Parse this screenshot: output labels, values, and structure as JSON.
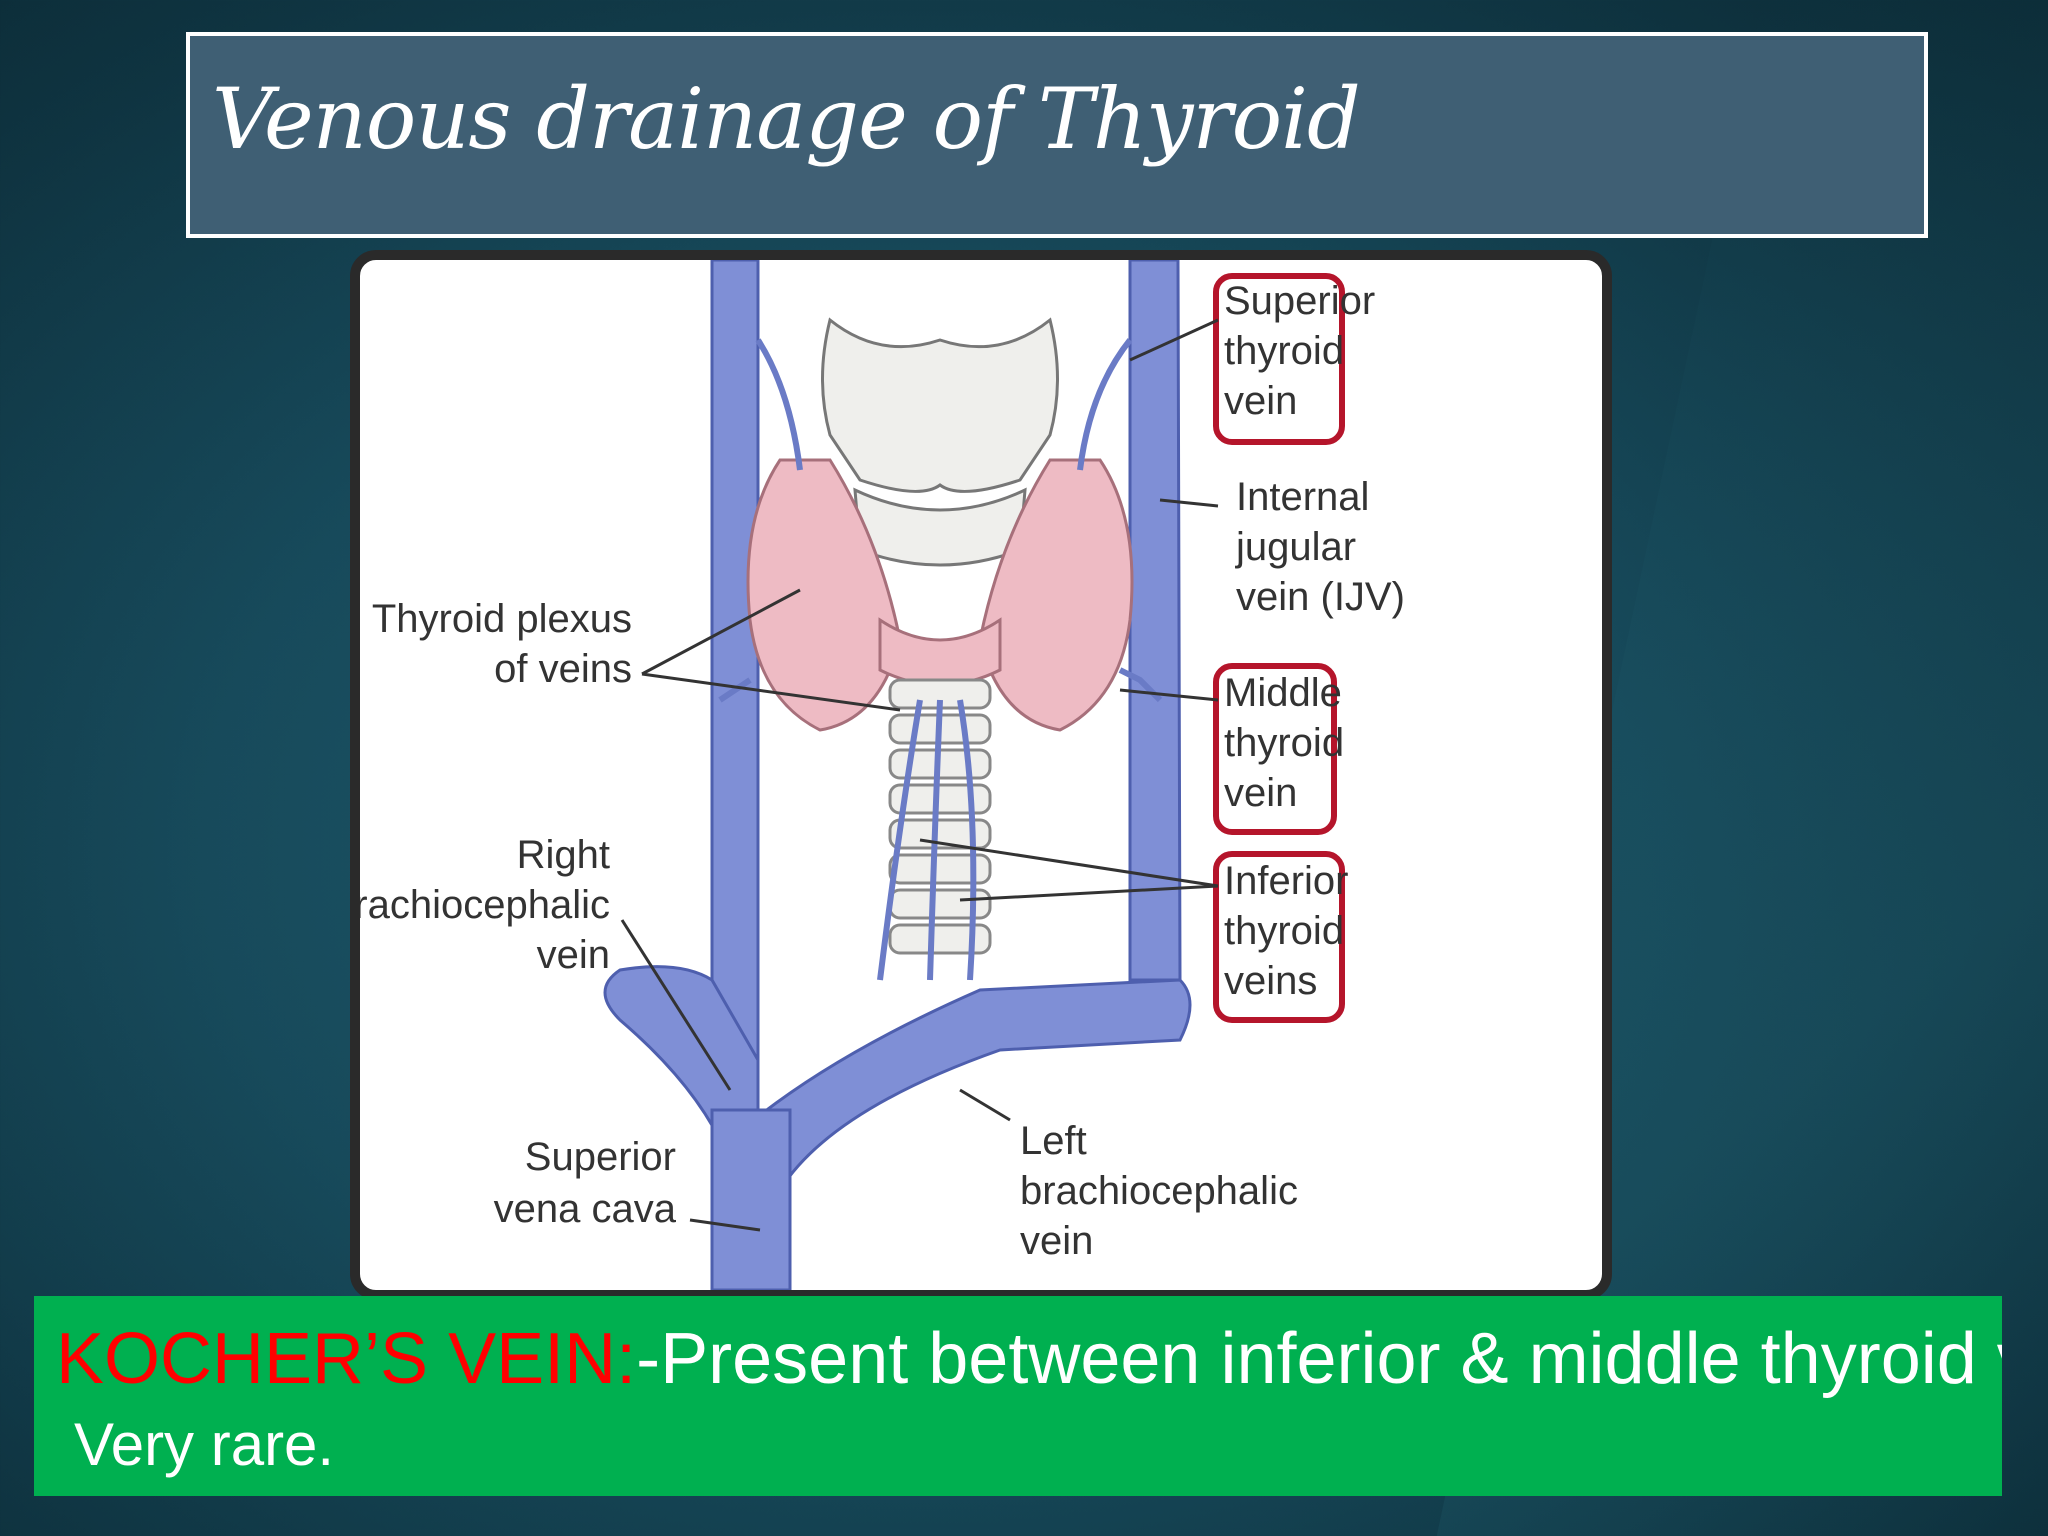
{
  "slide": {
    "title": "Venous drainage of Thyroid"
  },
  "diagram": {
    "labels": {
      "superior_thyroid_vein": [
        "Superior",
        "thyroid",
        "vein"
      ],
      "internal_jugular_vein": [
        "Internal",
        "jugular",
        "vein (IJV)"
      ],
      "middle_thyroid_vein": [
        "Middle",
        "thyroid",
        "vein"
      ],
      "inferior_thyroid_veins": [
        "Inferior",
        "thyroid",
        "veins"
      ],
      "thyroid_plexus": [
        "Thyroid plexus",
        "of veins"
      ],
      "right_brachiocephalic": [
        "Right",
        "brachiocephalic",
        "vein"
      ],
      "superior_vena_cava": [
        "Superior",
        "vena cava"
      ],
      "left_brachiocephalic": [
        "Left",
        "brachiocephalic",
        "vein"
      ]
    },
    "colors": {
      "vein": "#7f8fd6",
      "vein_dark": "#4e5fae",
      "gland": "#eebbc4",
      "cartilage": "#efefec",
      "highlight_box": "#b5152b"
    }
  },
  "caption": {
    "term": "KOCHER’S VEIN:",
    "description": "-Present between inferior & middle thyroid veins.",
    "note": "Very rare."
  },
  "colors": {
    "title_bg": "#3f5f74",
    "caption_bg": "#00b050",
    "term_color": "#ff0000"
  }
}
